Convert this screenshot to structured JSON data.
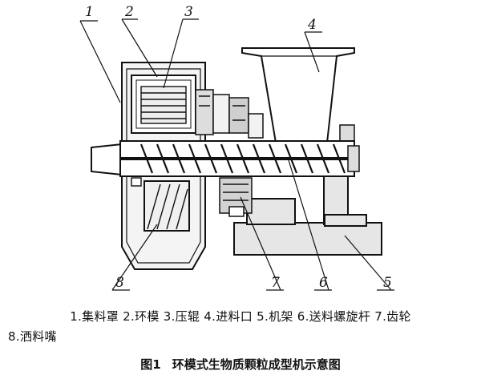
{
  "callouts": [
    "1",
    "2",
    "3",
    "4",
    "5",
    "6",
    "7",
    "8"
  ],
  "legend": {
    "line1": "1.集料罩  2.环模  3.压辊  4.进料口  5.机架  6.送料螺旋杆  7.齿轮",
    "line2": "8.洒料嘴"
  },
  "caption": {
    "figure_number": "图1",
    "title": "环模式生物质颗粒成型机示意图"
  }
}
